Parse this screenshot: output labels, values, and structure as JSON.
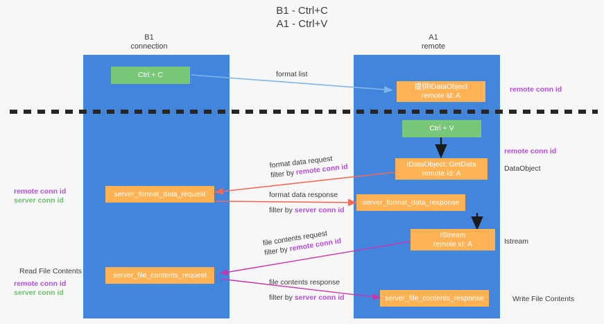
{
  "title": {
    "line1": "B1 - Ctrl+C",
    "line2": "A1 - Ctrl+V"
  },
  "columns": [
    {
      "name": "B1",
      "sub": "connection"
    },
    {
      "name": "A1",
      "sub": "remote"
    }
  ],
  "nodes": {
    "ctrl_c": "Ctrl + C",
    "ctrl_v": "Ctrl + V",
    "data_object_title": "提供IDataObject",
    "data_object_sub": "remote id: A",
    "getdata_title": "IDataObject::GetData",
    "getdata_sub": "remote id: A",
    "istream_title": "IStream",
    "istream_sub": "remote id: A",
    "server_format_data_request": "server_format_data_request",
    "server_format_data_response": "server_format_data_response",
    "server_file_contents_request": "server_file_contents_request",
    "server_file_contents_response": "server_file_contents_response"
  },
  "edges": {
    "format_list": "format list",
    "format_data_request": "format data request",
    "format_data_request_filter_prefix": "filter by ",
    "format_data_request_filter_key": "remote conn id",
    "format_data_response": "format data response",
    "format_data_response_filter_prefix": "filter by ",
    "format_data_response_filter_key": "server conn id",
    "file_contents_request": "file contents request",
    "file_contents_request_filter_prefix": "filter by ",
    "file_contents_request_filter_key": "remote conn id",
    "file_contents_response": "file contents response",
    "file_contents_response_filter_prefix": "filter by ",
    "file_contents_response_filter_key": "server conn id"
  },
  "annotations": {
    "right_remote_conn_id_top": "remote conn id",
    "right_remote_conn_id_mid": "remote conn id",
    "right_data_object": "DataObject",
    "right_istream": "Istream",
    "right_write_file_contents": "Write File Contents",
    "left_remote_conn_id_mid": "remote conn id",
    "left_server_conn_id_mid": "server conn id",
    "left_read_file_contents": "Read File Contents",
    "left_remote_conn_id_bottom": "remote conn id",
    "left_server_conn_id_bottom": "server conn id"
  },
  "colors": {
    "lane": "#4285dd",
    "green_node": "#79c879",
    "orange_node": "#ffb254",
    "remote_key": "#b14fd8",
    "server_key": "#6bbf6b",
    "arrow_blue": "#7fb6e8",
    "arrow_red": "#f06a5a",
    "arrow_magenta": "#cc33aa",
    "arrow_black": "#1a1a1a",
    "divider": "#262626"
  }
}
